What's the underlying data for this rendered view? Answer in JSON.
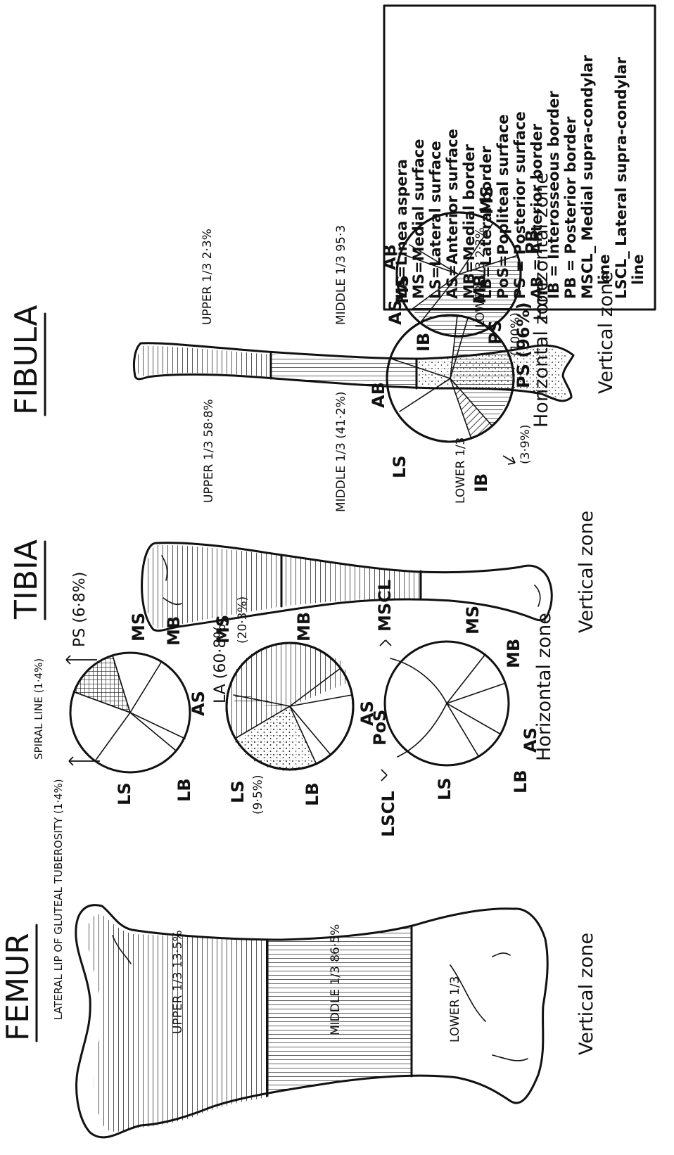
{
  "bones": {
    "femur": {
      "title": "FEMUR",
      "vertical_zone": "Vertical zone",
      "upper": "UPPER 1/3  13·5%",
      "middle": "MIDDLE 1/3  86·5%",
      "lower": "LOWER 1/3",
      "gluteal_note": "LATERAL LIP OF GLUTEAL TUBEROSITY (1·4%)",
      "spiral_note": "SPIRAL LINE (1·4%)",
      "horizontal_zone": "Horizontal zone",
      "pie_upper": {
        "ps": "PS (6·8%)",
        "ms": "MS",
        "mb": "MB",
        "as": "AS",
        "lb": "LB",
        "ls": "LS"
      },
      "pie_middle": {
        "la": "LA (60·8%)",
        "ms": "MS",
        "ms_pct": "(20·3%)",
        "mb": "MB",
        "as": "AS",
        "lb": "LB",
        "ls": "LS",
        "ls_pct": "(9·5%)"
      },
      "pie_lower": {
        "pos": "PoS",
        "mscl": "MSCL",
        "ms": "MS",
        "mb": "MB",
        "as": "AS",
        "lb": "LB",
        "ls": "LS",
        "lscl": "LSCL"
      }
    },
    "tibia": {
      "title": "TIBIA",
      "vertical_zone": "Vertical zone",
      "upper": "UPPER 1/3  58·8%",
      "middle": "MIDDLE 1/3  (41·2%)",
      "lower": "LOWER 1/3",
      "horizontal_zone": "Horizontal zone",
      "pie": {
        "ms": "MS",
        "mb": "MB",
        "ps": "PS (96%)",
        "ib": "IB",
        "ib_pct": "(3·9%)",
        "ab": "AB",
        "ls": "LS"
      }
    },
    "fibula": {
      "title": "FIBULA",
      "vertical_zone": "Vertical zone",
      "upper": "UPPER 1/3  2·3%",
      "middle": "MIDDLE 1/3  95·3",
      "lower": "LOWER 1/3  2·3%",
      "horizontal_zone": "Horizontal zone",
      "pie": {
        "ms": "MS",
        "pb": "PB",
        "ps": "PS",
        "ps_pct": "(100%)",
        "ib": "IB",
        "as": "AS",
        "ab": "AB"
      }
    }
  },
  "legend": [
    "LA=Linea aspera",
    "MS=Medial surface",
    "LS=Lateral surface",
    "AS=Anterior surface",
    "MB=Medial border",
    "LB=Lateral border",
    "PoS=Popliteal surface",
    "PS = Posterior surface",
    "AB = Anterior border",
    "IB = Interosseous border",
    "PB = Posterior border",
    "MSCL_ Medial supra-condylar",
    "line",
    "LSCL_ Lateral supra-condylar",
    "line"
  ]
}
